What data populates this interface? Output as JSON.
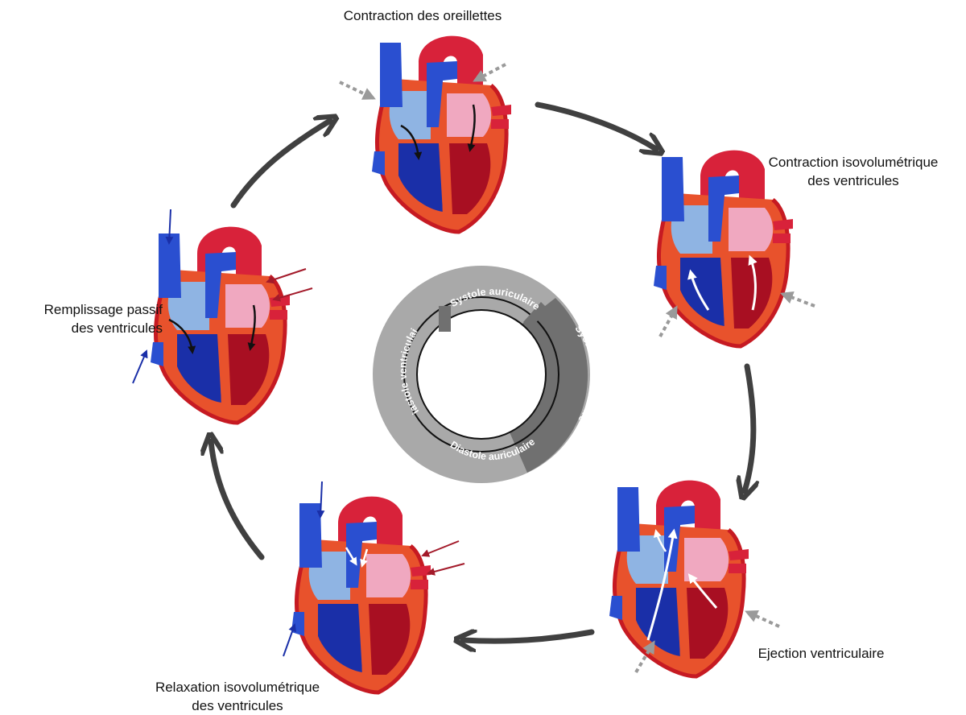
{
  "stages": [
    {
      "id": "atrial-contraction",
      "lines": [
        "Contraction des oreillettes"
      ]
    },
    {
      "id": "isovolumetric-contraction",
      "lines": [
        "Contraction isovolumétrique",
        "des ventricules"
      ]
    },
    {
      "id": "ventricular-ejection",
      "lines": [
        "Ejection ventriculaire"
      ]
    },
    {
      "id": "isovolumetric-relaxation",
      "lines": [
        "Relaxation isovolumétrique",
        "des ventricules"
      ]
    },
    {
      "id": "passive-filling",
      "lines": [
        "Remplissage passif",
        "des ventricules"
      ]
    }
  ],
  "ring": {
    "outer_phases": [
      "Systole auriculaire",
      "Diastole auriculaire"
    ],
    "inner_phases": [
      "Diastole ventriculaire",
      "Systole ventriculaire"
    ]
  },
  "colors": {
    "cycle_arrow": "#404040",
    "muscle": "#e8522c",
    "oxygenated": "#d8223a",
    "deoxygenated": "#1a2fa8",
    "ring_light": "#a9a9a9",
    "ring_dark": "#707070",
    "pressure_arrow": "#9a9a9a"
  }
}
